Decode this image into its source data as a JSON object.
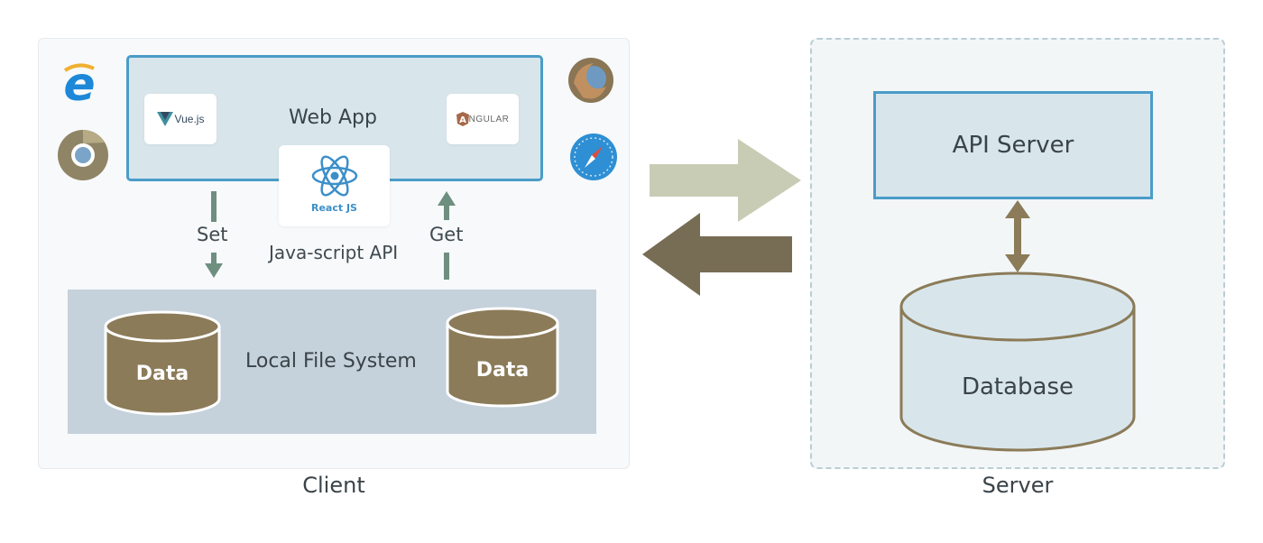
{
  "client": {
    "label": "Client",
    "web_app": {
      "title": "Web App",
      "frameworks": {
        "vue": "Vue.js",
        "angular": "NGULAR",
        "react": "React JS"
      }
    },
    "js_api_label": "Java-script API",
    "set_label": "Set",
    "get_label": "Get",
    "storage": {
      "title": "Local File System",
      "db_left": "Data",
      "db_right": "Data"
    },
    "browsers": [
      "ie-icon",
      "chrome-icon",
      "firefox-icon",
      "safari-icon"
    ]
  },
  "server": {
    "label": "Server",
    "api_server": "API Server",
    "database": "Database"
  },
  "colors": {
    "accent_blue": "#4a9cc8",
    "cylinder_brown": "#8b7b58",
    "arrow_light": "#c9ccb5",
    "arrow_dark": "#776d55",
    "green_arrow": "#6e8f7f"
  }
}
